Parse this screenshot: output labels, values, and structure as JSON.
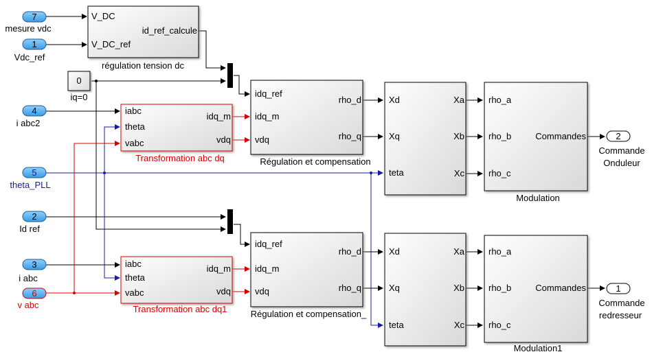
{
  "diagram": {
    "inports": [
      {
        "num": "7",
        "label": "mesure vdc",
        "color": "#000000"
      },
      {
        "num": "1",
        "label": "Vdc_ref",
        "color": "#000000"
      },
      {
        "num": "4",
        "label": "i abc2",
        "color": "#000000"
      },
      {
        "num": "5",
        "label": "theta_PLL",
        "color": "#1a1aa6"
      },
      {
        "num": "2",
        "label": "Id ref",
        "color": "#000000"
      },
      {
        "num": "3",
        "label": "i abc",
        "color": "#000000"
      },
      {
        "num": "6",
        "label": "v abc",
        "color": "#d40000"
      }
    ],
    "outports": [
      {
        "num": "2",
        "label1": "Commande",
        "label2": "Onduleur"
      },
      {
        "num": "1",
        "label1": "Commande",
        "label2": "redresseur"
      }
    ],
    "constant": {
      "value": "0",
      "label": "iq=0"
    },
    "regulation_tension": {
      "in1": "V_DC",
      "in2": "V_DC_ref",
      "out": "id_ref_calcule",
      "name": "régulation tension dc"
    },
    "transformations": [
      {
        "in1": "iabc",
        "in2": "theta",
        "in3": "vabc",
        "out1": "idq_m",
        "out2": "vdq",
        "name": "Transformation abc dq"
      },
      {
        "in1": "iabc",
        "in2": "theta",
        "in3": "vabc",
        "out1": "idq_m",
        "out2": "vdq",
        "name": "Transformation abc dq1"
      }
    ],
    "regulations": [
      {
        "in1": "idq_ref",
        "in2": "idq_m",
        "in3": "vdq",
        "out1": "rho_d",
        "out2": "rho_q",
        "name": "Régulation et compensation"
      },
      {
        "in1": "idq_ref",
        "in2": "idq_m",
        "in3": "vdq",
        "out1": "rho_d",
        "out2": "rho_q",
        "name": "Régulation et compensation_"
      }
    ],
    "inverse_blocks": [
      {
        "in1": "Xd",
        "in2": "Xq",
        "in3": "teta",
        "out1": "Xa",
        "out2": "Xb",
        "out3": "Xc"
      },
      {
        "in1": "Xd",
        "in2": "Xq",
        "in3": "teta",
        "out1": "Xa",
        "out2": "Xb",
        "out3": "Xc"
      }
    ],
    "modulations": [
      {
        "in1": "rho_a",
        "in2": "rho_b",
        "in3": "rho_c",
        "out": "Commandes",
        "name": "Modulation"
      },
      {
        "in1": "rho_a",
        "in2": "rho_b",
        "in3": "rho_c",
        "out": "Commandes",
        "name": "Modulation1"
      }
    ]
  },
  "colors": {
    "signal": "#000000",
    "voltage_signal": "#d40000",
    "angle_signal": "#1a1aa6",
    "port_fill": "#5ab4f0"
  }
}
